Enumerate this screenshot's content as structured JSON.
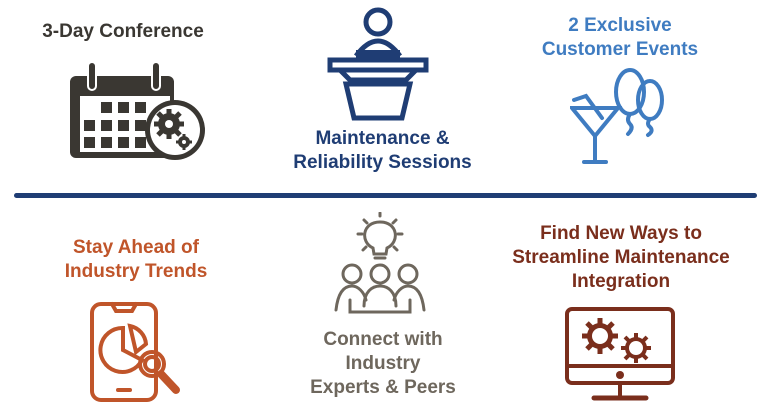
{
  "colors": {
    "dark_gray": "#3a3732",
    "navy": "#1f3d74",
    "sky_blue": "#3f7cc1",
    "rust": "#c0552a",
    "warm_gray": "#6e675d",
    "maroon": "#7a2e1c",
    "divider": "#1f3d74"
  },
  "features": [
    {
      "title": "3-Day Conference",
      "icon": "calendar-gear-icon"
    },
    {
      "title_lines": [
        "Maintenance &",
        "Reliability Sessions"
      ],
      "icon": "podium-speaker-icon"
    },
    {
      "title_lines": [
        "2 Exclusive",
        "Customer Events"
      ],
      "icon": "cocktail-balloons-icon"
    },
    {
      "title_lines": [
        "Stay Ahead of",
        "Industry Trends"
      ],
      "icon": "phone-chart-search-icon"
    },
    {
      "title_lines": [
        "Connect with",
        "Industry",
        "Experts & Peers"
      ],
      "icon": "team-lightbulb-icon"
    },
    {
      "title_lines": [
        "Find New Ways to",
        "Streamline Maintenance",
        "Integration"
      ],
      "icon": "monitor-gears-icon"
    }
  ]
}
